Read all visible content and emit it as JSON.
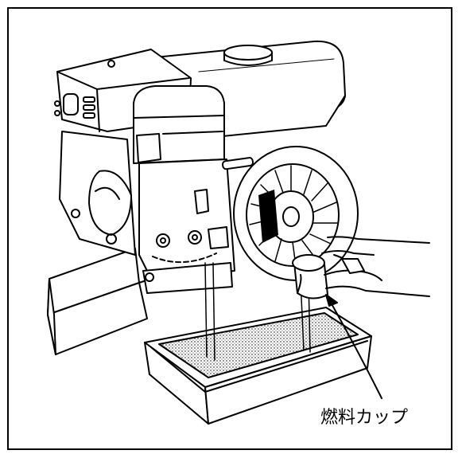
{
  "figure": {
    "callout_label": "燃料カップ"
  },
  "colors": {
    "line": "#000000",
    "background": "#ffffff",
    "fuel_fill": "#d8d8d8"
  },
  "icons": [
    "engine-illustration",
    "fuel-tray",
    "fuel-cup",
    "hand",
    "callout-arrow"
  ]
}
